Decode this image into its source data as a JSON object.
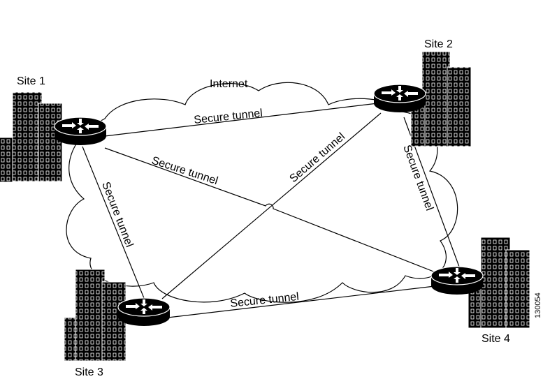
{
  "diagram": {
    "sites": [
      {
        "label": "Site 1"
      },
      {
        "label": "Site 2"
      },
      {
        "label": "Site 3"
      },
      {
        "label": "Site 4"
      }
    ],
    "cloud_label": "Internet",
    "tunnels": [
      {
        "from": "Site 1",
        "to": "Site 2",
        "label": "Secure tunnel"
      },
      {
        "from": "Site 1",
        "to": "Site 4",
        "label": "Secure tunnel"
      },
      {
        "from": "Site 1",
        "to": "Site 3",
        "label": "Secure tunnel"
      },
      {
        "from": "Site 3",
        "to": "Site 2",
        "label": "Secure tunnel"
      },
      {
        "from": "Site 2",
        "to": "Site 4",
        "label": "Secure tunnel"
      },
      {
        "from": "Site 3",
        "to": "Site 4",
        "label": "Secure tunnel"
      }
    ],
    "figure_id": "130054"
  }
}
